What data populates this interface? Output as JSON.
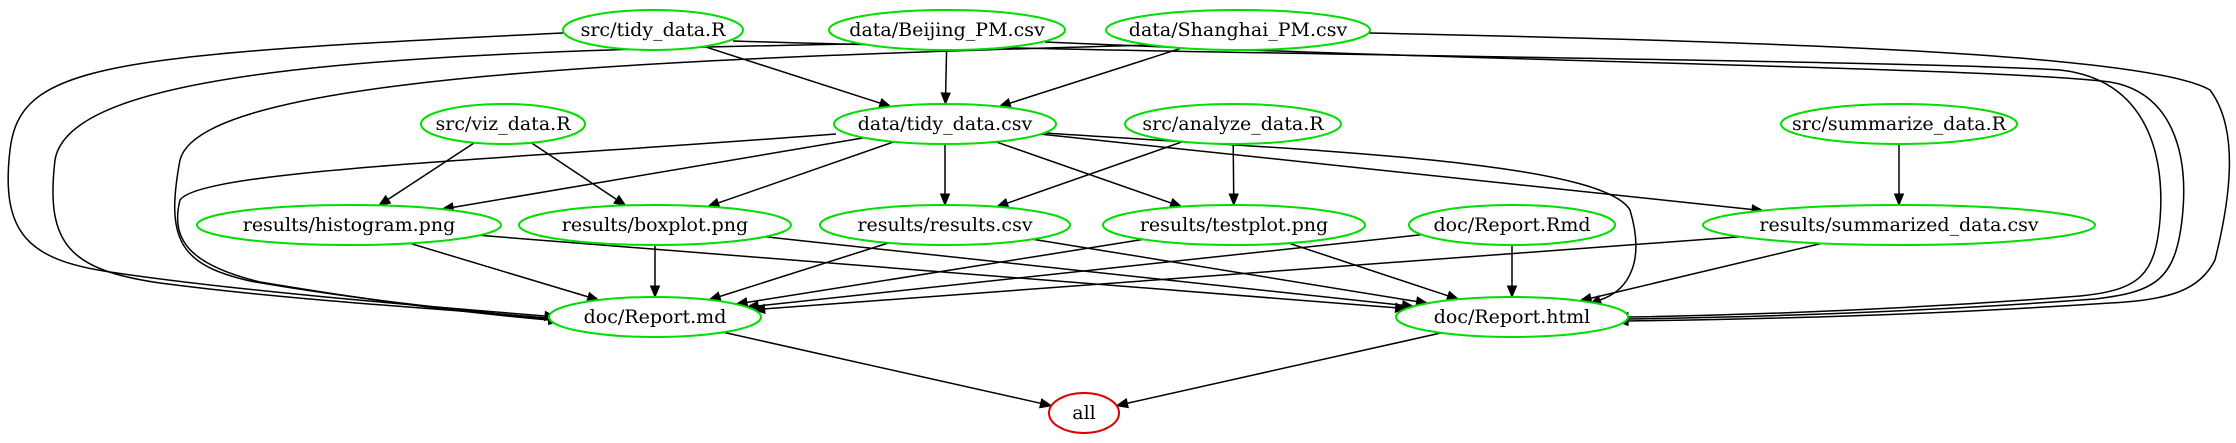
{
  "colors": {
    "file_node": "#00dd00",
    "target_node": "#dd0000",
    "edge": "#000000"
  },
  "nodes": {
    "src_tidy": "src/tidy_data.R",
    "beijing": "data/Beijing_PM.csv",
    "shanghai": "data/Shanghai_PM.csv",
    "viz": "src/viz_data.R",
    "tidy_csv": "data/tidy_data.csv",
    "analyze": "src/analyze_data.R",
    "summarize": "src/summarize_data.R",
    "histogram": "results/histogram.png",
    "boxplot": "results/boxplot.png",
    "results_csv": "results/results.csv",
    "testplot": "results/testplot.png",
    "report_rmd": "doc/Report.Rmd",
    "summarized": "results/summarized_data.csv",
    "report_md": "doc/Report.md",
    "report_html": "doc/Report.html",
    "all": "all"
  },
  "edges": [
    [
      "src_tidy",
      "tidy_csv"
    ],
    [
      "beijing",
      "tidy_csv"
    ],
    [
      "shanghai",
      "tidy_csv"
    ],
    [
      "src_tidy",
      "report_md"
    ],
    [
      "beijing",
      "report_md"
    ],
    [
      "shanghai",
      "report_md"
    ],
    [
      "src_tidy",
      "report_html"
    ],
    [
      "beijing",
      "report_html"
    ],
    [
      "shanghai",
      "report_html"
    ],
    [
      "viz",
      "histogram"
    ],
    [
      "viz",
      "boxplot"
    ],
    [
      "tidy_csv",
      "histogram"
    ],
    [
      "tidy_csv",
      "boxplot"
    ],
    [
      "tidy_csv",
      "results_csv"
    ],
    [
      "tidy_csv",
      "testplot"
    ],
    [
      "tidy_csv",
      "summarized"
    ],
    [
      "tidy_csv",
      "report_md"
    ],
    [
      "tidy_csv",
      "report_html"
    ],
    [
      "analyze",
      "results_csv"
    ],
    [
      "analyze",
      "testplot"
    ],
    [
      "summarize",
      "summarized"
    ],
    [
      "histogram",
      "report_md"
    ],
    [
      "histogram",
      "report_html"
    ],
    [
      "boxplot",
      "report_md"
    ],
    [
      "boxplot",
      "report_html"
    ],
    [
      "results_csv",
      "report_md"
    ],
    [
      "results_csv",
      "report_html"
    ],
    [
      "testplot",
      "report_md"
    ],
    [
      "testplot",
      "report_html"
    ],
    [
      "report_rmd",
      "report_md"
    ],
    [
      "report_rmd",
      "report_html"
    ],
    [
      "summarized",
      "report_md"
    ],
    [
      "summarized",
      "report_html"
    ],
    [
      "report_md",
      "all"
    ],
    [
      "report_html",
      "all"
    ]
  ]
}
